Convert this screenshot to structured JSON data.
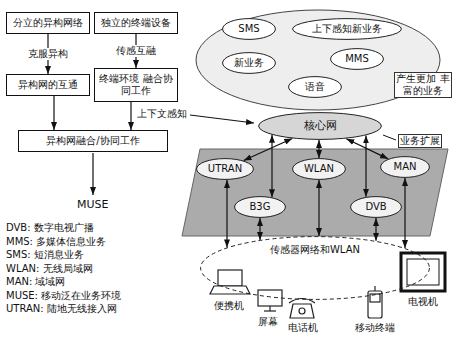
{
  "diagram": {
    "nodes": [
      {
        "text": [
          "分立的异构网络"
        ]
      },
      {
        "text": [
          "独立的终端设备"
        ]
      },
      {
        "text": [
          "异构网的互通"
        ]
      },
      {
        "text": [
          "终端环境 融合协同工作"
        ]
      },
      {
        "text": [
          "异构网融合/协同工作"
        ]
      },
      {
        "text": [
          "SMS"
        ]
      },
      {
        "text": [
          "上下感知新业务"
        ]
      },
      {
        "text": [
          "新业务"
        ]
      },
      {
        "text": [
          "MMS"
        ]
      },
      {
        "text": [
          "语音"
        ]
      },
      {
        "text": [
          "核心网"
        ]
      },
      {
        "text": [
          "UTRAN"
        ]
      },
      {
        "text": [
          "WLAN"
        ]
      },
      {
        "text": [
          "MAN"
        ]
      },
      {
        "text": [
          "B3G"
        ]
      },
      {
        "text": [
          "DVB"
        ]
      },
      {
        "text": [
          "传感器网络和WLAN"
        ]
      }
    ],
    "edges": [
      {
        "from": 0,
        "to": 2,
        "arrow": "to",
        "label": "克服异构"
      },
      {
        "from": 1,
        "to": 3,
        "arrow": "to",
        "label": "传感互融"
      },
      {
        "from": 2,
        "to": 4,
        "arrow": "to"
      },
      {
        "from": 3,
        "to": 4,
        "arrow": "to"
      },
      {
        "from": 10,
        "to": 11,
        "arrow": "both"
      },
      {
        "from": 10,
        "to": 12,
        "arrow": "both"
      },
      {
        "from": 10,
        "to": 13,
        "arrow": "both"
      },
      {
        "from": 10,
        "to": 14,
        "arrow": "both"
      },
      {
        "from": 10,
        "to": 15,
        "arrow": "both"
      },
      {
        "from": 11,
        "to": 16,
        "arrow": "both"
      },
      {
        "from": 14,
        "to": 16,
        "arrow": "both"
      },
      {
        "from": 12,
        "to": 16,
        "arrow": "both"
      },
      {
        "from": 15,
        "to": 16,
        "arrow": "both"
      },
      {
        "from": 13,
        "to": 16,
        "arrow": "both"
      }
    ],
    "labels": [
      "上下文感知",
      "MUSE",
      "产生更加 丰富的业务",
      "业务扩展",
      "便携机",
      "屏幕",
      "电话机",
      "移动终端",
      "电视机",
      "DVB: 数字电视广播",
      "MMS: 多媒体信息业务",
      "SMS: 短消息业务",
      "WLAN: 无线局域网",
      "MAN: 域域网",
      "MUSE: 移动泛在业务环境",
      "UTRAN: 陆地无线接入网"
    ]
  }
}
